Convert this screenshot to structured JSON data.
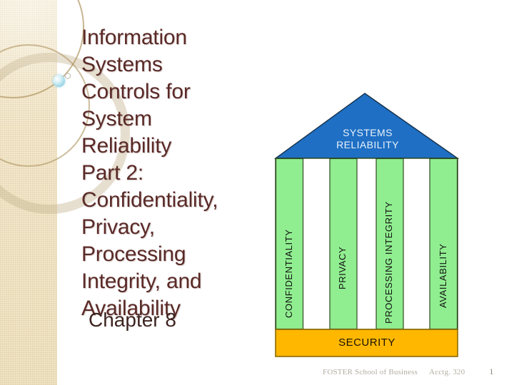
{
  "slide": {
    "title": "Information Systems Controls for System Reliability\nPart 2: Confidentiality, Privacy, Processing Integrity, and Availability",
    "title_display": "Information\nSystems\nControls for\nSystem\nReliability\nPart 2:\nConfidentiality,\nPrivacy,\nProcessing\nIntegrity, and\nAvailability",
    "subtitle": "Chapter 8",
    "title_color": "#5A2A27",
    "background_color": "#FFFFFF"
  },
  "decoration": {
    "band_color": "#F3E8CD",
    "ring_color": "#B09663",
    "dot_color": "#9FD8E8",
    "dot_name": "glow-dot",
    "hexagon_name": "hexagon-outline"
  },
  "diagram": {
    "name": "systems-reliability-house",
    "roof": {
      "label": "SYSTEMS\nRELIABILITY",
      "line1": "SYSTEMS",
      "line2": "RELIABILITY",
      "fill_color": "#1F6FC4",
      "text_color": "#E9F3FB"
    },
    "columns": [
      {
        "label": "CONFIDENTIALITY",
        "fill_color": "#90EE90"
      },
      {
        "label": "PRIVACY",
        "fill_color": "#90EE90"
      },
      {
        "label": "PROCESSING INTEGRITY",
        "fill_color": "#90EE90"
      },
      {
        "label": "AVAILABILITY",
        "fill_color": "#90EE90"
      }
    ],
    "base": {
      "label": "SECURITY",
      "fill_color": "#FFB700",
      "text_color": "#1A1208"
    }
  },
  "footer": {
    "organization": "FOSTER School of Business",
    "course": "Acctg. 320",
    "page_number": "1"
  }
}
